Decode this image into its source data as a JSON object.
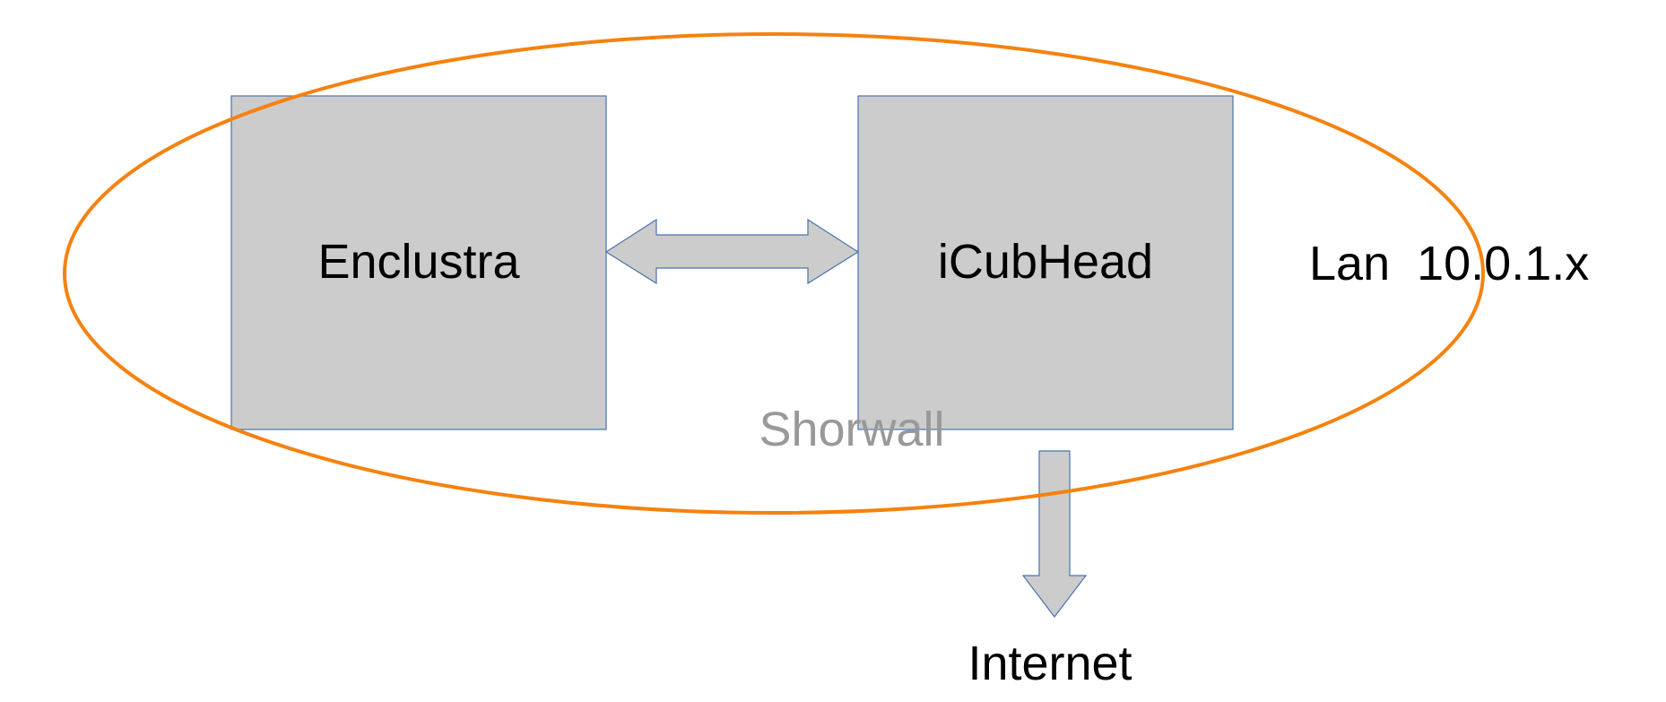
{
  "nodes": {
    "enclustra": {
      "label": "Enclustra"
    },
    "icubhead": {
      "label": "iCubHead"
    }
  },
  "labels": {
    "lan": "Lan  10.0.1.x",
    "firewall": "Shorwall",
    "internet": "Internet"
  },
  "colors": {
    "box_fill": "#cccccc",
    "box_stroke": "#4a72b0",
    "ellipse_stroke": "#f5820f",
    "text": "#000000",
    "firewall_text": "#999999"
  }
}
